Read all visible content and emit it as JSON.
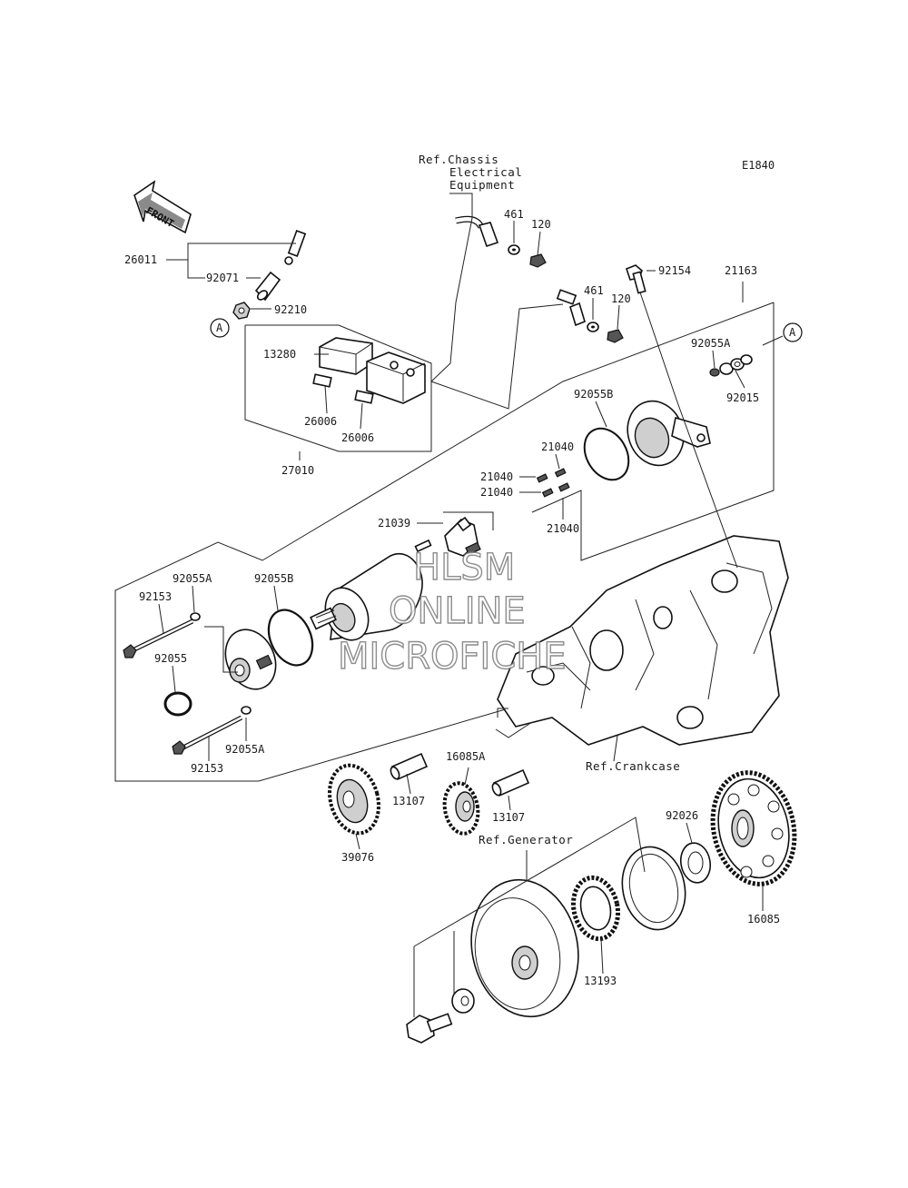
{
  "diagram": {
    "code": "E1840",
    "front_label": "FRONT",
    "circle_ref": "A",
    "refs": {
      "chassis": [
        "Ref.Chassis",
        "Electrical",
        "Equipment"
      ],
      "crankcase": "Ref.Crankcase",
      "generator": "Ref.Generator"
    },
    "labels": {
      "p26011": "26011",
      "p92071": "92071",
      "p92210": "92210",
      "p13280": "13280",
      "p26006a": "26006",
      "p26006b": "26006",
      "p27010": "27010",
      "p461a": "461",
      "p120a": "120",
      "p461b": "461",
      "p120b": "120",
      "p92154": "92154",
      "p21163": "21163",
      "p92055A_top": "92055A",
      "p92015": "92015",
      "p92055B_top": "92055B",
      "p21040a": "21040",
      "p21040b": "21040",
      "p21040c": "21040",
      "p21040d": "21040",
      "p21039": "21039",
      "p92055A_l1": "92055A",
      "p92055B_mid": "92055B",
      "p92153a": "92153",
      "p92055": "92055",
      "p92055A_l2": "92055A",
      "p92153b": "92153",
      "p16085A": "16085A",
      "p13107a": "13107",
      "p13107b": "13107",
      "p39076": "39076",
      "p92026": "92026",
      "p16085": "16085",
      "p13193": "13193"
    },
    "watermark": [
      "HLSM",
      "ONLINE",
      "MICROFICHE"
    ]
  }
}
